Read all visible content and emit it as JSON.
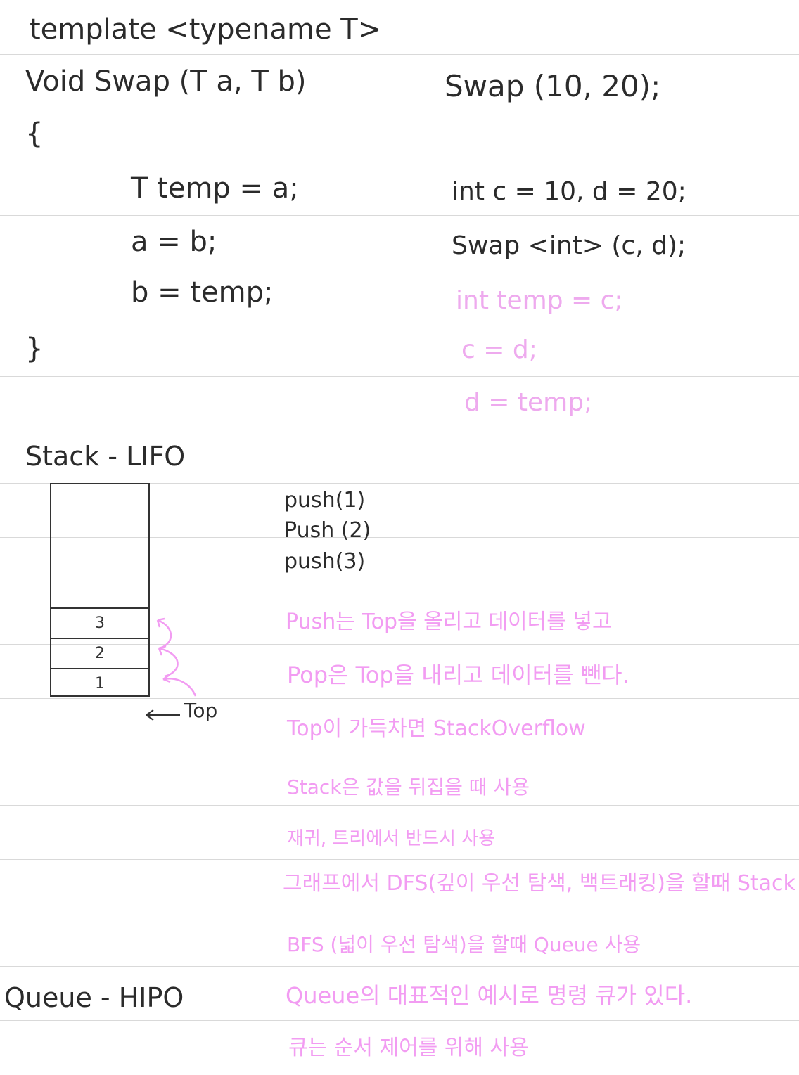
{
  "code": {
    "line1": "template <typename T>",
    "line2": "Void Swap (T a, T b)",
    "line3": "{",
    "line4": "T temp = a;",
    "line5": "a = b;",
    "line6": "b = temp;",
    "line7": "}"
  },
  "usage": {
    "line1": "Swap (10, 20);",
    "line2": "int c = 10, d = 20;",
    "line3": "Swap <int> (c, d);",
    "expand1": "int temp = c;",
    "expand2": "c = d;",
    "expand3": "d = temp;"
  },
  "stack": {
    "heading": "Stack - LIFO",
    "cells": [
      "3",
      "2",
      "1"
    ],
    "top_label": "Top",
    "push": [
      "push(1)",
      "Push (2)",
      "push(3)"
    ]
  },
  "notes": [
    "Push는 Top을 올리고 데이터를 넣고",
    "Pop은 Top을 내리고 데이터를 뺀다.",
    "Top이 가득차면 StackOverflow",
    "Stack은 값을 뒤집을 때 사용",
    "재귀, 트리에서 반드시 사용",
    "그래프에서 DFS(깊이 우선 탐색, 백트래킹)을 할때 Stack",
    "BFS (넓이 우선 탐색)을 할때 Queue 사용",
    "Queue의 대표적인 예시로 명령 큐가 있다.",
    "큐는 순서 제어를 위해 사용"
  ],
  "queue": {
    "heading": "Queue - HIPO"
  },
  "colors": {
    "ink": "#2b2b2b",
    "pink": "#f29cf2",
    "rule": "#d9d9d9"
  }
}
